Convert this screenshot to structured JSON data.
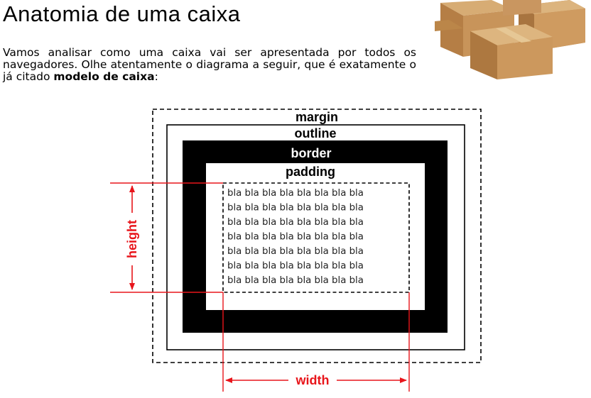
{
  "header": {
    "title": "Anatomia de uma caixa"
  },
  "intro": {
    "text_before": "Vamos analisar como uma caixa vai ser apresentada por todos os navegadores. Olhe atentamente o diagrama a seguir, que é exatamente o já citado ",
    "bold_text": "modelo de caixa",
    "text_after": ":"
  },
  "diagram": {
    "labels": {
      "margin": "margin",
      "outline": "outline",
      "border": "border",
      "padding": "padding",
      "height": "height",
      "width": "width"
    },
    "content_lines": [
      "bla bla bla bla bla bla bla bla",
      "bla bla bla bla bla bla bla bla",
      "bla bla bla bla bla bla bla bla",
      "bla bla bla bla bla bla bla bla",
      "bla bla bla bla bla bla bla bla",
      "bla bla bla bla bla bla bla bla",
      "bla bla bla bla bla bla bla bla"
    ],
    "colors": {
      "dimension": "#e8151b",
      "border": "#000000",
      "box_light": "#d4a46a",
      "box_mid": "#c08a50",
      "box_dark": "#a06c38"
    }
  }
}
